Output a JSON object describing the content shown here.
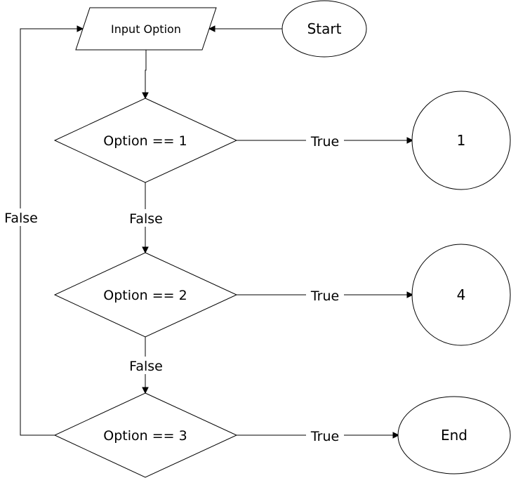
{
  "nodes": {
    "input": {
      "label": "Input Option"
    },
    "start": {
      "label": "Start"
    },
    "decision1": {
      "label": "Option == 1"
    },
    "decision2": {
      "label": "Option == 2"
    },
    "decision3": {
      "label": "Option == 3"
    },
    "result1": {
      "label": "1"
    },
    "result4": {
      "label": "4"
    },
    "end": {
      "label": "End"
    }
  },
  "edges": {
    "true1": {
      "label": "True"
    },
    "true2": {
      "label": "True"
    },
    "true3": {
      "label": "True"
    },
    "false1": {
      "label": "False"
    },
    "false2": {
      "label": "False"
    },
    "false_loop": {
      "label": "False"
    }
  },
  "colors": {
    "stroke": "#000000",
    "fill": "#ffffff"
  }
}
